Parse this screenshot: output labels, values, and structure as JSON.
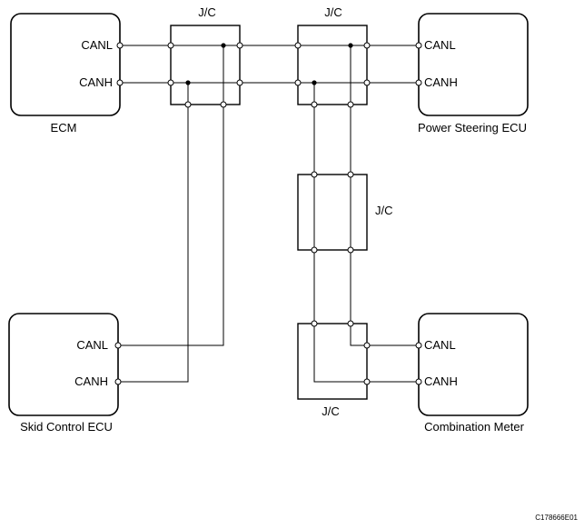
{
  "diagram": {
    "ecus": {
      "ecm": {
        "name": "ECM",
        "pin_canl": "CANL",
        "pin_canh": "CANH"
      },
      "power_steering": {
        "name": "Power Steering ECU",
        "pin_canl": "CANL",
        "pin_canh": "CANH"
      },
      "skid_control": {
        "name": "Skid Control ECU",
        "pin_canl": "CANL",
        "pin_canh": "CANH"
      },
      "combination_meter": {
        "name": "Combination Meter",
        "pin_canl": "CANL",
        "pin_canh": "CANH"
      }
    },
    "junctions": {
      "jc1": "J/C",
      "jc2": "J/C",
      "jc3": "J/C",
      "jc4": "J/C"
    },
    "figure_code": "C178666E01"
  }
}
